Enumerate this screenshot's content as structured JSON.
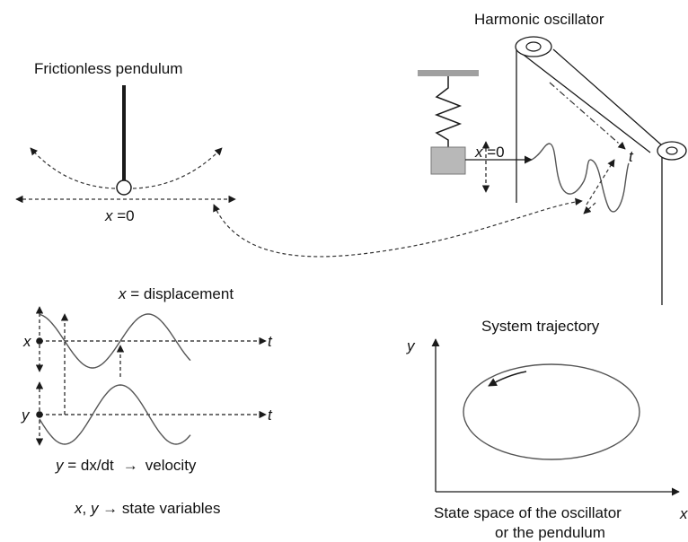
{
  "labels": {
    "pendulum_title": "Frictionless pendulum",
    "pendulum_origin_var": "x",
    "pendulum_origin_eq": " =0",
    "oscillator_title": "Harmonic oscillator",
    "oscillator_origin_var": "x",
    "oscillator_origin_eq": " =0",
    "oscillator_time": "t",
    "displacement_var": "x",
    "displacement_text": " = displacement",
    "x_axis_var": "x",
    "x_axis_time": "t",
    "y_axis_var": "y",
    "y_axis_time": "t",
    "velocity_var": "y",
    "velocity_eq": " = dx/dt",
    "velocity_arrow": "→",
    "velocity_text": "velocity",
    "state_vars_x": "x",
    "state_vars_sep": ", ",
    "state_vars_y": "y",
    "state_vars_text": " → state variables",
    "trajectory_title": "System trajectory",
    "state_space_yaxis": "y",
    "state_space_xaxis": "x",
    "state_space_caption_1": "State space of the oscillator",
    "state_space_caption_2": "or the pendulum"
  },
  "colors": {
    "stroke": "#1a1a1a",
    "curve": "#555555",
    "mass": "#b8b8b8",
    "ceiling": "#a0a0a0"
  }
}
